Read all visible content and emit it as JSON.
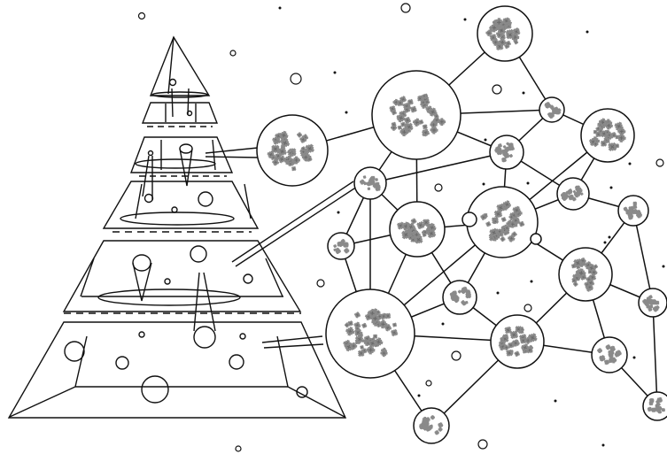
{
  "diagram": {
    "subject": "nested-pyramid-and-fractal-network",
    "colors": {
      "background": "#ffffff",
      "line": "#111111",
      "fractal": "#8a8a8a",
      "fractal_dark": "#5f5f5f"
    },
    "pyramid_tiers": 6,
    "network_node_count": 22
  }
}
